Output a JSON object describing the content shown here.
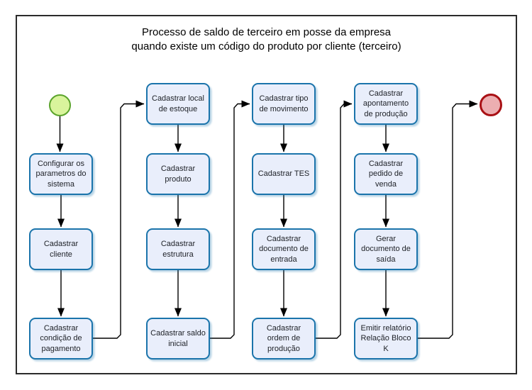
{
  "title": {
    "lines": [
      "Processo de saldo de terceiro em posse da empresa",
      "quando existe um código do produto por cliente (terceiro)"
    ]
  },
  "icons": {
    "start_event": "green-circle",
    "end_event": "red-ring-circle"
  },
  "colors": {
    "box_fill": "#e9eefb",
    "box_border": "#1b74ab",
    "start_fill": "#d9f49c",
    "start_border": "#5ba42c",
    "end_fill": "#ecaeb1",
    "end_border": "#a91014",
    "connector": "#000000"
  },
  "nodes": {
    "configurar_parametros": {
      "label": [
        "Configurar os",
        "parametros do",
        "sistema"
      ]
    },
    "cadastrar_cliente": {
      "label": [
        "Cadastrar",
        "cliente"
      ]
    },
    "cadastrar_condicao_pagamento": {
      "label": [
        "Cadastrar",
        "condição de",
        "pagamento"
      ]
    },
    "cadastrar_local_estoque": {
      "label": [
        "Cadastrar local",
        "de estoque"
      ]
    },
    "cadastrar_produto": {
      "label": [
        "Cadastrar",
        "produto"
      ]
    },
    "cadastrar_estrutura": {
      "label": [
        "Cadastrar",
        "estrutura"
      ]
    },
    "cadastrar_saldo_inicial": {
      "label": [
        "Cadastrar saldo",
        "inicial"
      ]
    },
    "cadastrar_tipo_movimento": {
      "label": [
        "Cadastrar tipo",
        "de movimento"
      ]
    },
    "cadastrar_tes": {
      "label": [
        "Cadastrar TES"
      ]
    },
    "cadastrar_documento_entrada": {
      "label": [
        "Cadastrar",
        "documento de",
        "entrada"
      ]
    },
    "cadastrar_ordem_producao": {
      "label": [
        "Cadastrar",
        "ordem de",
        "produção"
      ]
    },
    "cadastrar_apontamento_producao": {
      "label": [
        "Cadastrar",
        "apontamento",
        "de produção"
      ]
    },
    "cadastrar_pedido_venda": {
      "label": [
        "Cadastrar",
        "pedido de",
        "venda"
      ]
    },
    "gerar_documento_saida": {
      "label": [
        "Gerar",
        "documento de",
        "saída"
      ]
    },
    "emitir_relatorio_bloco_k": {
      "label": [
        "Emitir relatório",
        "Relação Bloco",
        "K"
      ]
    }
  }
}
